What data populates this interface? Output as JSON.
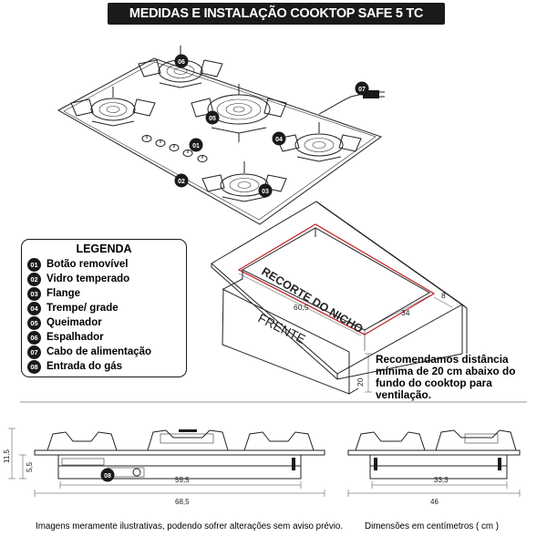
{
  "header": {
    "title": "MEDIDAS E INSTALAÇÃO COOKTOP SAFE 5 TC BOCAS Á GÁS"
  },
  "callouts": [
    "06",
    "05",
    "07",
    "04",
    "01",
    "02",
    "03",
    "08"
  ],
  "legend": {
    "title": "LEGENDA",
    "items": [
      {
        "num": "01",
        "label": "Botão removível"
      },
      {
        "num": "02",
        "label": "Vidro temperado"
      },
      {
        "num": "03",
        "label": "Flange"
      },
      {
        "num": "04",
        "label": "Trempe/ grade"
      },
      {
        "num": "05",
        "label": "Queimador"
      },
      {
        "num": "06",
        "label": "Espalhador"
      },
      {
        "num": "07",
        "label": "Cabo de alimentação"
      },
      {
        "num": "08",
        "label": "Entrada do gás"
      }
    ]
  },
  "niche": {
    "label": "RECORTE DO NICHO",
    "front_label": "FRENTE",
    "width": "60,5",
    "depth": "34",
    "margin": "8",
    "height": "20"
  },
  "note": "Recomendamos distância mínima de 20 cm abaixo do fundo do cooktop para ventilação.",
  "front_view": {
    "total_height": "11,5",
    "body_height": "5,5",
    "inner_width": "59,5",
    "total_width": "68,5"
  },
  "side_view": {
    "inner_width": "33,3",
    "total_width": "46"
  },
  "footer": {
    "disclaimer": "Imagens meramente ilustrativas, podendo sofrer alterações sem aviso prévio.",
    "units": "Dimensões em centímetros ( cm )"
  },
  "colors": {
    "ink": "#1a1a1a",
    "niche_outline": "#c0282c"
  }
}
